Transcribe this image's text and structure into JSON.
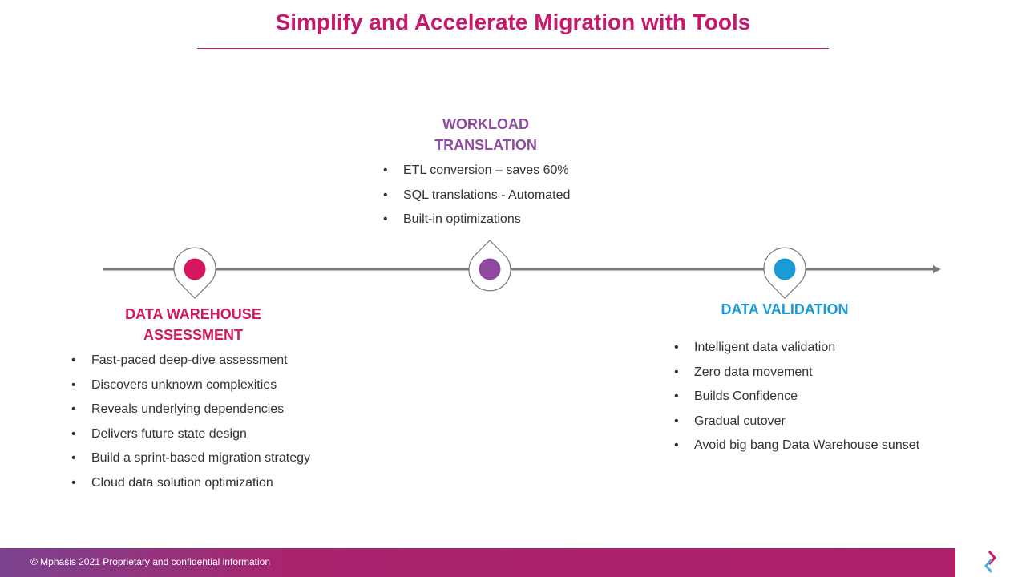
{
  "title": "Simplify and Accelerate Migration with Tools",
  "stages": [
    {
      "heading_line1": "DATA WAREHOUSE",
      "heading_line2": "ASSESSMENT",
      "color": "#d6175f",
      "bullets": [
        "Fast-paced deep-dive assessment",
        "Discovers unknown complexities",
        "Reveals underlying dependencies",
        "Delivers future state design",
        "Build a sprint-based migration strategy",
        "Cloud data solution optimization"
      ]
    },
    {
      "heading_line1": "WORKLOAD",
      "heading_line2": "TRANSLATION",
      "color": "#8e4aa0",
      "bullets": [
        "ETL conversion – saves 60%",
        "SQL translations - Automated",
        "Built-in optimizations"
      ]
    },
    {
      "heading_line1": "DATA VALIDATION",
      "color": "#1a9ad6",
      "bullets": [
        "Intelligent data validation",
        "Zero data movement",
        "Builds Confidence",
        "Gradual cutover",
        "Avoid big bang Data Warehouse sunset"
      ]
    }
  ],
  "footer": "© Mphasis 2021  Proprietary and confidential information"
}
